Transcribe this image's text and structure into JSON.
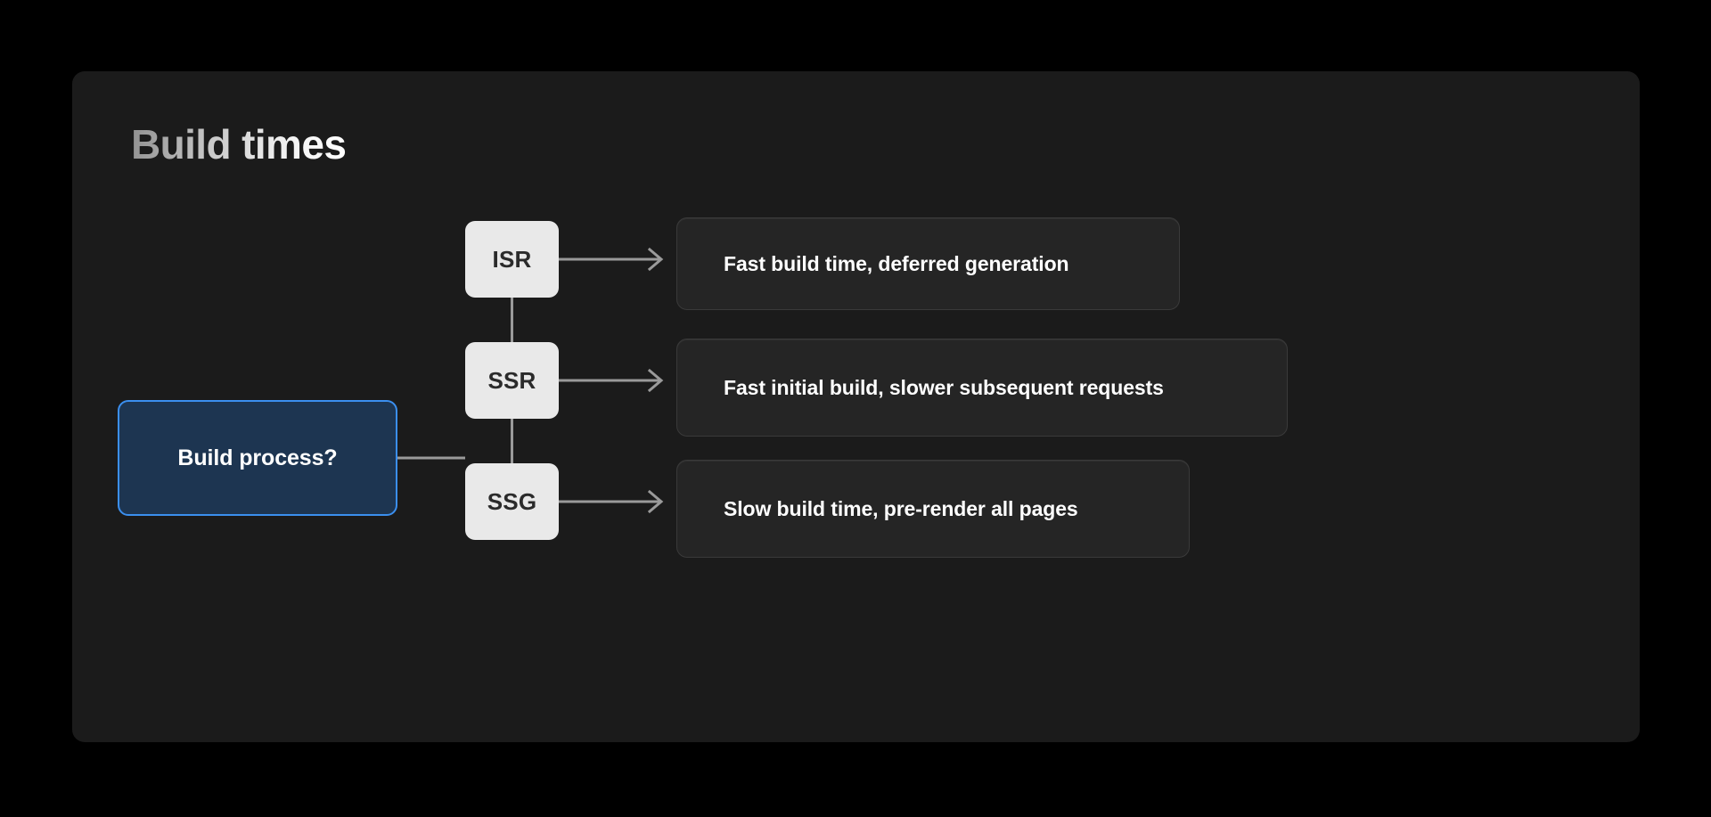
{
  "page": {
    "title": "Build times",
    "background_color": "#000000",
    "card_color": "#1b1b1b"
  },
  "diagram": {
    "type": "decision-tree",
    "root": {
      "label": "Build process?",
      "fill_color": "#1d3551",
      "border_color": "#3b8fef",
      "text_color": "#ffffff"
    },
    "branches": [
      {
        "key": "isr",
        "label": "ISR",
        "fill_color": "#e9e9e9",
        "text_color": "#2b2b2b",
        "outcome": "Fast build time, deferred generation"
      },
      {
        "key": "ssr",
        "label": "SSR",
        "fill_color": "#e9e9e9",
        "text_color": "#2b2b2b",
        "outcome": "Fast initial build, slower subsequent requests"
      },
      {
        "key": "ssg",
        "label": "SSG",
        "fill_color": "#e9e9e9",
        "text_color": "#2b2b2b",
        "outcome": "Slow build time, pre-render all pages"
      }
    ],
    "outcome_box": {
      "fill_color": "#252525",
      "border_color": "#3a3a3a",
      "text_color": "#ffffff"
    },
    "connector_color": "#9a9a9a"
  }
}
